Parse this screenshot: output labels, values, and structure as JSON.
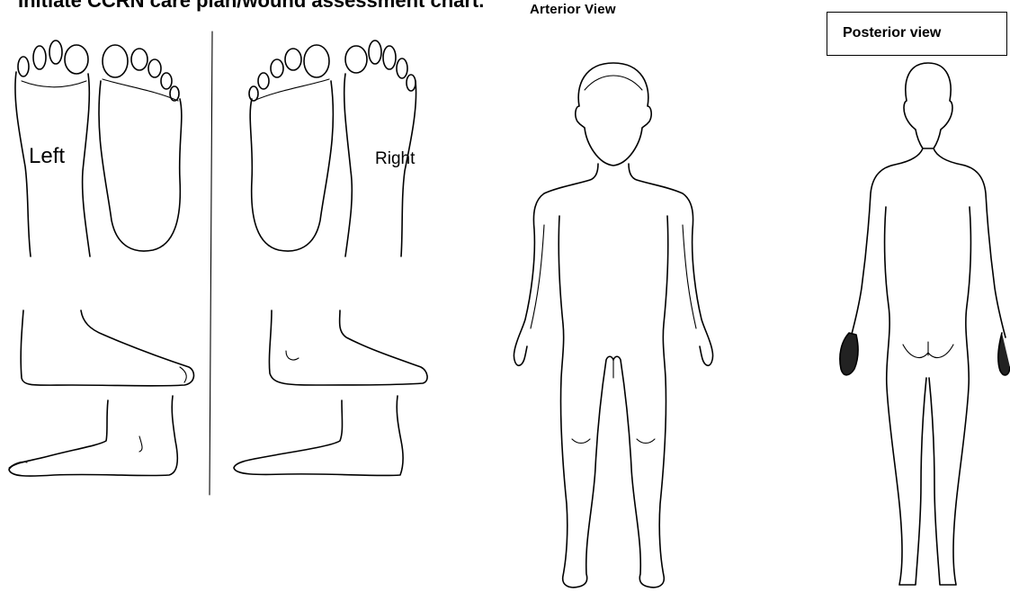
{
  "heading": "Initiate CCRN care plan/wound assessment chart.",
  "feet": {
    "left_label": "Left",
    "right_label": "Right"
  },
  "body_views": {
    "anterior_label": "Arterior View",
    "posterior_label": "Posterior view"
  }
}
